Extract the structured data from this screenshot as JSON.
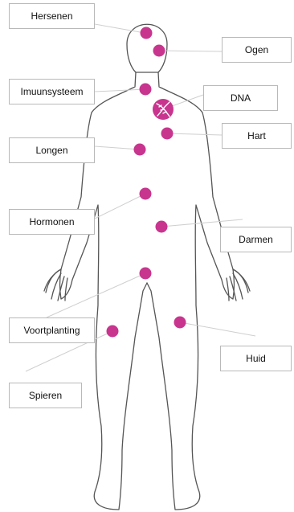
{
  "labels": {
    "hersenen": "Hersenen",
    "ogen": "Ogen",
    "imuunsysteem": "Imuunsysteem",
    "dna": "DNA",
    "hart": "Hart",
    "longen": "Longen",
    "hormonen": "Hormonen",
    "darmen": "Darmen",
    "voortplanting": "Voortplanting",
    "huid": "Huid",
    "spieren": "Spieren"
  },
  "colors": {
    "marker": "#c8358e",
    "outline": "#555555",
    "connector": "#cfcfcf",
    "box_border": "#b9b9b9"
  },
  "icons": {
    "dna_marker": "dna-helix-icon"
  }
}
